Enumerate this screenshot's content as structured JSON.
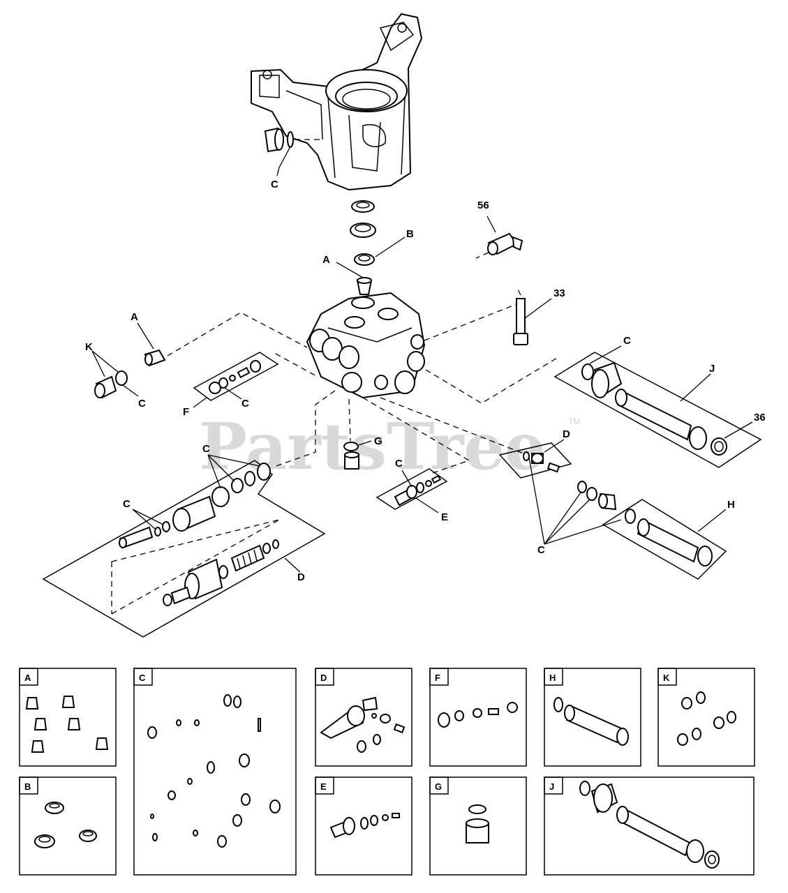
{
  "watermark": {
    "text": "PartsTree",
    "trademark": "TM"
  },
  "callouts": {
    "c_top": "C",
    "n56": "56",
    "b_top": "B",
    "a_top": "A",
    "n33": "33",
    "a_left": "A",
    "k_left": "K",
    "c_left": "C",
    "f_mid": "F",
    "c_f": "C",
    "c_j": "C",
    "j_right": "J",
    "n36": "36",
    "g_mid": "G",
    "c_cluster": "C",
    "c_lowleft": "C",
    "d_lowleft": "D",
    "c_e": "C",
    "e_mid": "E",
    "d_right": "D",
    "h_right": "H",
    "c_right": "C"
  },
  "kit_boxes": [
    {
      "id": "A",
      "label": "A"
    },
    {
      "id": "C",
      "label": "C"
    },
    {
      "id": "D",
      "label": "D"
    },
    {
      "id": "F",
      "label": "F"
    },
    {
      "id": "H",
      "label": "H"
    },
    {
      "id": "K",
      "label": "K"
    },
    {
      "id": "B",
      "label": "B"
    },
    {
      "id": "E",
      "label": "E"
    },
    {
      "id": "G",
      "label": "G"
    },
    {
      "id": "J",
      "label": "J"
    }
  ]
}
